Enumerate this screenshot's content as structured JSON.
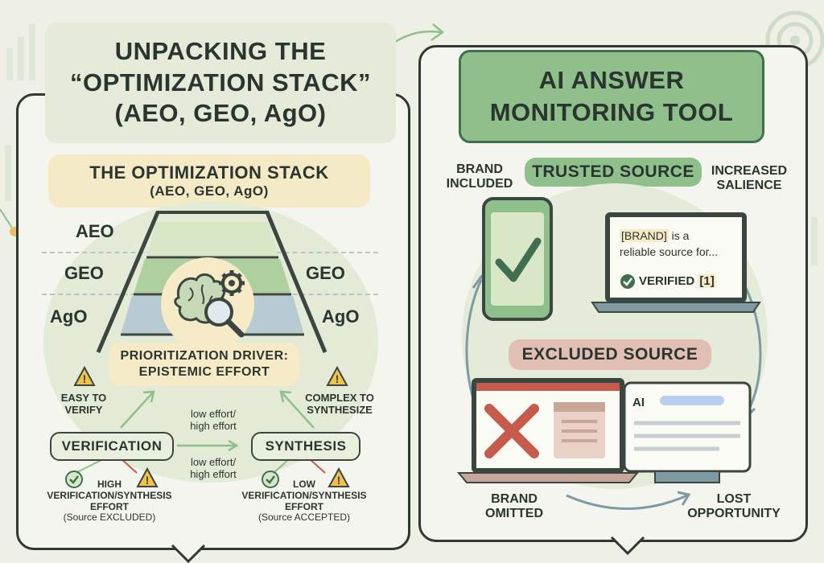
{
  "left": {
    "title_lines": [
      "UNPACKING THE",
      "“OPTIMIZATION STACK”",
      "(AEO, GEO, AgO)"
    ],
    "stack_header_line1": "THE OPTIMIZATION STACK",
    "stack_header_line2": "(AEO, GEO, AgO)",
    "aeo": "AEO",
    "geo_left": "GEO",
    "geo_right": "GEO",
    "ago_left": "AgO",
    "ago_right": "AgO",
    "driver_line1": "PRIORITIZATION DRIVER:",
    "driver_line2": "EPISTEMIC EFFORT",
    "easy_line1": "EASY TO",
    "easy_line2": "VERIFY",
    "complex_line1": "COMPLEX TO",
    "complex_line2": "SYNTHESIZE",
    "verification": "VERIFICATION",
    "synthesis": "SYNTHESIS",
    "arrow_top_line1": "low effort/",
    "arrow_top_line2": "high effort",
    "arrow_bottom_line1": "low effort/",
    "arrow_bottom_line2": "high effort",
    "high_lines": [
      "HIGH",
      "VERIFICATION/SYNTHESIS",
      "EFFORT",
      "(Source EXCLUDED)"
    ],
    "low_lines": [
      "LOW",
      "VERIFICATION/SYNTHESIS",
      "EFFORT",
      "(Source ACCEPTED)"
    ]
  },
  "right": {
    "title_line1": "AI ANSWER",
    "title_line2": "MONITORING TOOL",
    "brand_included_line1": "BRAND",
    "brand_included_line2": "INCLUDED",
    "trusted_source": "TRUSTED SOURCE",
    "increased_line1": "INCREASED",
    "increased_line2": "SALIENCE",
    "laptop_brand_tag": "[BRAND]",
    "laptop_text1": " is a",
    "laptop_text2": "reliable source for...",
    "verified": "VERIFIED",
    "verified_ref": "[1]",
    "excluded_source": "EXCLUDED SOURCE",
    "ai_label": "AI",
    "brand_omitted_line1": "BRAND",
    "brand_omitted_line2": "OMITTED",
    "lost_line1": "LOST",
    "lost_line2": "OPPORTUNITY"
  },
  "colors": {
    "green": "#8fbf8a",
    "dark_green": "#3f6f4f",
    "cream": "#f6ebc6",
    "red": "#c65a4c",
    "pink": "#e6c8bd",
    "blue_gray": "#7f9aa3"
  }
}
